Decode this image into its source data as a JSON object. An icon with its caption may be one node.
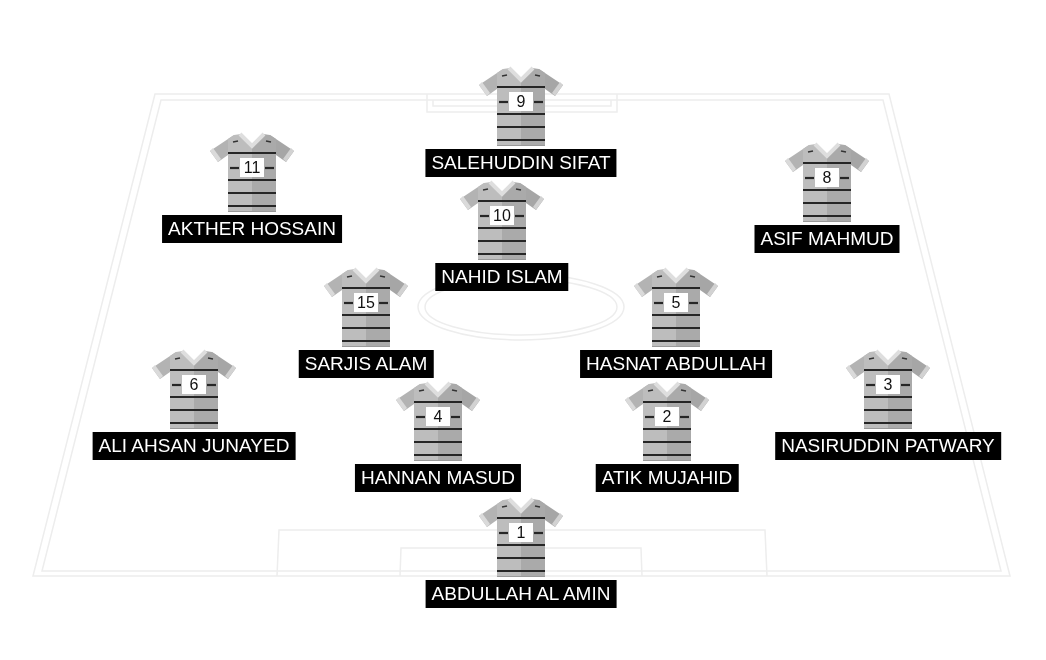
{
  "diagram": {
    "nodes": [
      {
        "text": [
          "9"
        ],
        "beside": [
          "SALEHUDDIN SIFAT"
        ]
      },
      {
        "text": [
          "11"
        ],
        "beside": [
          "AKTHER HOSSAIN"
        ]
      },
      {
        "text": [
          "8"
        ],
        "beside": [
          "ASIF MAHMUD"
        ]
      },
      {
        "text": [
          "10"
        ],
        "beside": [
          "NAHID ISLAM"
        ]
      },
      {
        "text": [
          "15"
        ],
        "beside": [
          "SARJIS ALAM"
        ]
      },
      {
        "text": [
          "5"
        ],
        "beside": [
          "HASNAT ABDULLAH"
        ]
      },
      {
        "text": [
          "6"
        ],
        "beside": [
          "ALI AHSAN JUNAYED"
        ]
      },
      {
        "text": [
          "3"
        ],
        "beside": [
          "NASIRUDDIN PATWARY"
        ]
      },
      {
        "text": [
          "4"
        ],
        "beside": [
          "HANNAN MASUD"
        ]
      },
      {
        "text": [
          "2"
        ],
        "beside": [
          "ATIK MUJAHID"
        ]
      },
      {
        "text": [
          "1"
        ],
        "beside": [
          "ABDULLAH AL AMIN"
        ]
      }
    ]
  }
}
